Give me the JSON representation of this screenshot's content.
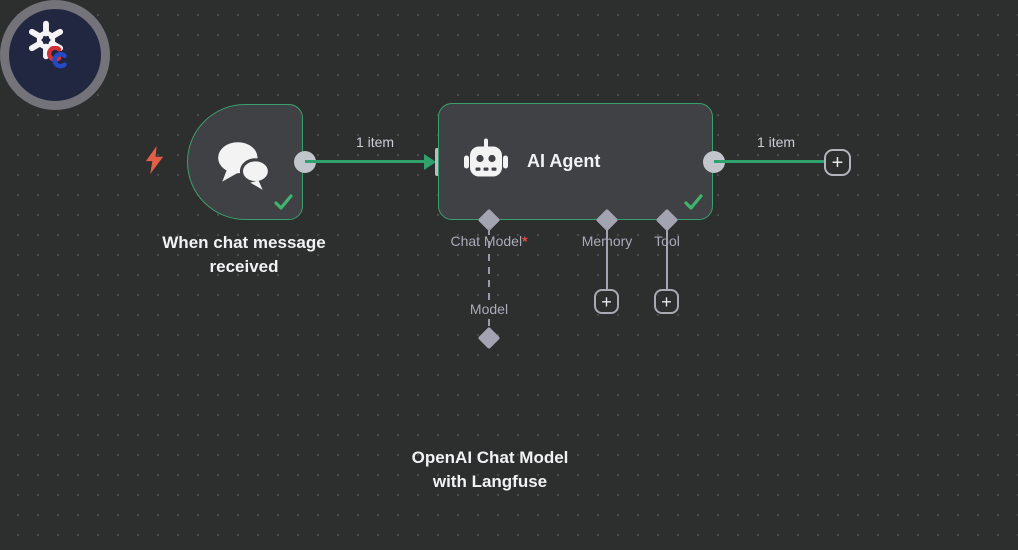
{
  "ui": {
    "plus": "+"
  },
  "connections": {
    "trigger_to_agent": {
      "label": "1 item"
    },
    "agent_output": {
      "label": "1 item"
    }
  },
  "nodes": {
    "trigger": {
      "name_line1": "When chat message",
      "name_line2": "received",
      "icon": "chat-bubbles-icon",
      "status": "success"
    },
    "agent": {
      "title": "AI Agent",
      "icon": "robot-icon",
      "status": "success",
      "ports": {
        "chat_model": {
          "label": "Chat Model",
          "required_marker": "*"
        },
        "memory": {
          "label": "Memory"
        },
        "tool": {
          "label": "Tool"
        }
      }
    },
    "openai_model": {
      "name_line1": "OpenAI Chat Model",
      "name_line2": "with Langfuse",
      "input_label": "Model",
      "icon": "openai-icon",
      "badge_icon": "langfuse-icon"
    }
  },
  "colors": {
    "background": "#2d2e2e",
    "node_fill": "#3f4144",
    "node_border_green": "#3ba06d",
    "connection_green": "#2fa26b",
    "connector_gray": "#c3c5cd",
    "port_gray": "#a2a4b2",
    "text_primary": "#f0f2f4",
    "text_secondary": "#a9acb8",
    "required_red": "#e14b43",
    "trigger_bolt_red": "#e35e46",
    "openai_node_fill": "#222741"
  }
}
